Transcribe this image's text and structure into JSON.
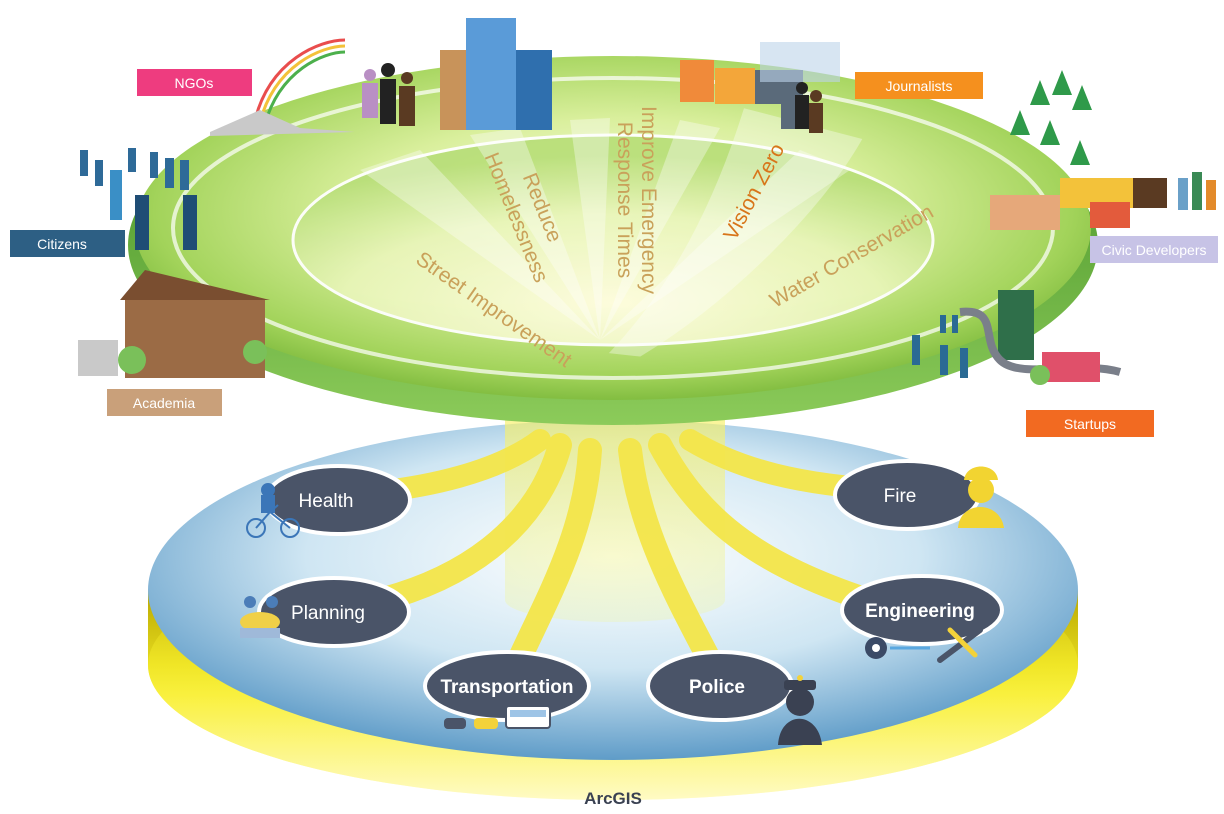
{
  "platform": {
    "label": "ArcGIS"
  },
  "stakeholders": [
    {
      "id": "ngos",
      "label": "NGOs",
      "color": "#ee3c7f"
    },
    {
      "id": "journalists",
      "label": "Journalists",
      "color": "#f5901e"
    },
    {
      "id": "citizens",
      "label": "Citizens",
      "color": "#2d5f84"
    },
    {
      "id": "civic-developers",
      "label": "Civic Developers",
      "color": "#c7c3e6"
    },
    {
      "id": "academia",
      "label": "Academia",
      "color": "#c9a07a"
    },
    {
      "id": "startups",
      "label": "Startups",
      "color": "#f26a21"
    }
  ],
  "goals": [
    {
      "id": "street-improvement",
      "label": "Street Improvement"
    },
    {
      "id": "reduce-homelessness",
      "line1": "Reduce",
      "line2": "Homelessness"
    },
    {
      "id": "improve-emergency",
      "line1": "Improve Emergency",
      "line2": "Response Times"
    },
    {
      "id": "vision-zero",
      "label": "Vision Zero",
      "highlight_color": "#e07b1a"
    },
    {
      "id": "water-conservation",
      "label": "Water Conservation"
    }
  ],
  "departments": [
    {
      "id": "health",
      "label": "Health",
      "bold": false
    },
    {
      "id": "planning",
      "label": "Planning",
      "bold": false
    },
    {
      "id": "transportation",
      "label": "Transportation",
      "bold": true
    },
    {
      "id": "police",
      "label": "Police",
      "bold": true
    },
    {
      "id": "engineering",
      "label": "Engineering",
      "bold": true
    },
    {
      "id": "fire",
      "label": "Fire",
      "bold": false
    }
  ],
  "colors": {
    "pill": "#4a5468",
    "beam": "#f4e64a",
    "disk_top": "#a8d4ec",
    "disk_rim": "#f3ea2a",
    "ring": "#8fcf4a"
  }
}
